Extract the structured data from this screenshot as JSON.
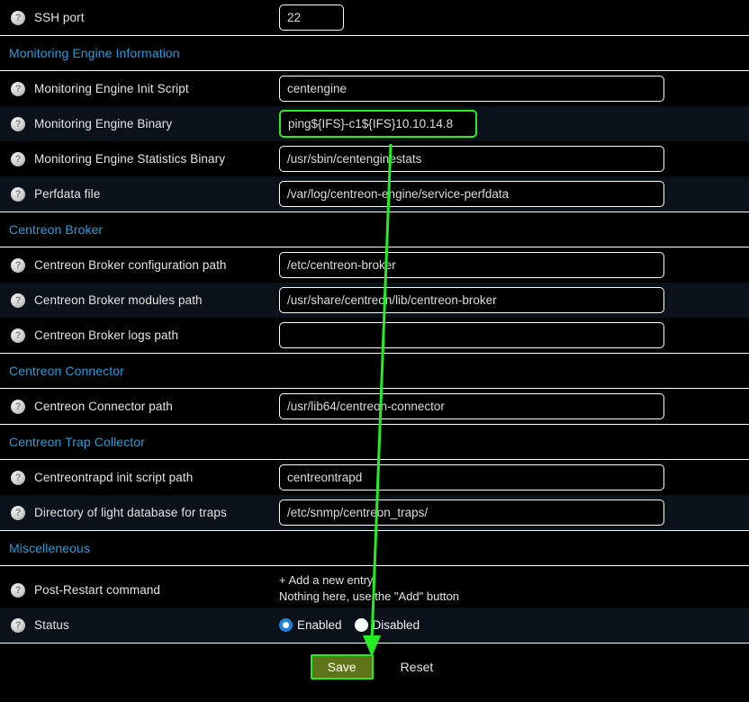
{
  "theme": {
    "background": "#000000",
    "row_alt_background": "#0a1119",
    "section_title_color": "#1b9fe0",
    "text_color": "#e4e4e4",
    "rule_color": "#ffffff",
    "highlight_color": "#22ee22",
    "save_button_background": "#5f7419",
    "radio_selected_color": "#1d82d8"
  },
  "icons": {
    "help": "?",
    "help_name": "help-icon"
  },
  "top_row": {
    "label": "SSH port",
    "value": "22"
  },
  "sections": [
    {
      "title": "Monitoring Engine Information",
      "rows": [
        {
          "label": "Monitoring Engine Init Script",
          "value": "centengine",
          "highlighted": false
        },
        {
          "label": "Monitoring Engine Binary",
          "value": "ping${IFS}-c1${IFS}10.10.14.8",
          "highlighted": true
        },
        {
          "label": "Monitoring Engine Statistics Binary",
          "value": "/usr/sbin/centenginestats",
          "highlighted": false
        },
        {
          "label": "Perfdata file",
          "value": "/var/log/centreon-engine/service-perfdata",
          "highlighted": false
        }
      ]
    },
    {
      "title": "Centreon Broker",
      "rows": [
        {
          "label": "Centreon Broker configuration path",
          "value": "/etc/centreon-broker",
          "highlighted": false
        },
        {
          "label": "Centreon Broker modules path",
          "value": "/usr/share/centreon/lib/centreon-broker",
          "highlighted": false
        },
        {
          "label": "Centreon Broker logs path",
          "value": "",
          "highlighted": false
        }
      ]
    },
    {
      "title": "Centreon Connector",
      "rows": [
        {
          "label": "Centreon Connector path",
          "value": "/usr/lib64/centreon-connector",
          "highlighted": false
        }
      ]
    },
    {
      "title": "Centreon Trap Collector",
      "rows": [
        {
          "label": "Centreontrapd init script path",
          "value": "centreontrapd",
          "highlighted": false
        },
        {
          "label": "Directory of light database for traps",
          "value": "/etc/snmp/centreon_traps/",
          "highlighted": false
        }
      ]
    }
  ],
  "misc": {
    "title": "Miscelleneous",
    "post_restart": {
      "label": "Post-Restart command",
      "add_link": "+ Add a new entry",
      "empty_text": "Nothing here, use the \"Add\" button"
    },
    "status": {
      "label": "Status",
      "options": [
        {
          "label": "Enabled",
          "selected": true
        },
        {
          "label": "Disabled",
          "selected": false
        }
      ]
    }
  },
  "buttons": {
    "save": "Save",
    "reset": "Reset"
  }
}
